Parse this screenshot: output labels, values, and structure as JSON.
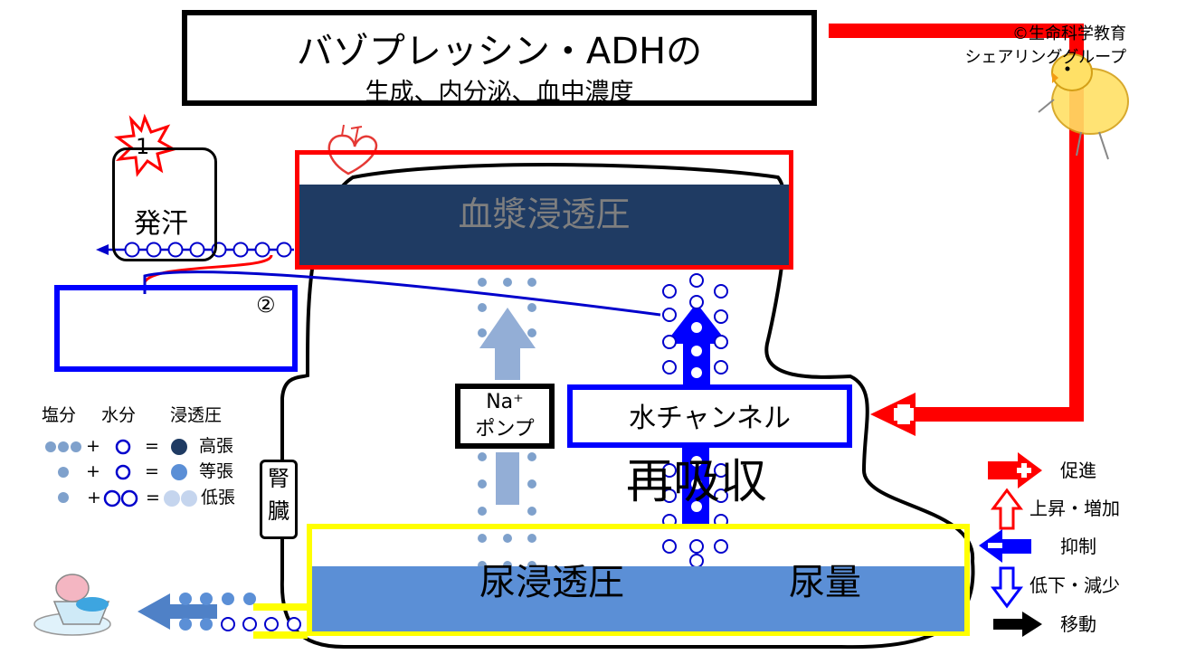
{
  "title": {
    "main": "バゾプレッシン・ADHの",
    "sub": "生成、内分泌、血中濃度"
  },
  "credit": {
    "line1": "©生命科学教育",
    "line2": "シェアリンググループ"
  },
  "sweat": {
    "label": "発汗",
    "badge": "1"
  },
  "blue_box": {
    "marker": "②"
  },
  "plasma": {
    "label": "血漿浸透圧",
    "fill_color": "#1f3b63",
    "frame_color": "#ff0000"
  },
  "pump": {
    "line1": "Na⁺",
    "line2": "ポンプ"
  },
  "water_channel": {
    "label": "水チャンネル"
  },
  "reabsorption": {
    "label": "再吸収"
  },
  "kidney": {
    "line1": "腎",
    "line2": "臓"
  },
  "urine": {
    "osmotic_label": "尿浸透圧",
    "volume_label": "尿量",
    "fill_color": "#5b8fd6",
    "frame_color": "#ffff00"
  },
  "legend": {
    "headers": [
      "塩分",
      "水分",
      "浸透圧"
    ],
    "rows": [
      {
        "eq": "=",
        "plus": "+",
        "result": "高張"
      },
      {
        "eq": "=",
        "plus": "+",
        "result": "等張"
      },
      {
        "eq": "=",
        "plus": "+",
        "result": "低張"
      }
    ],
    "colors": {
      "high": "#1f3b63",
      "iso": "#5b8fd6",
      "low": "#c5d5ee"
    }
  },
  "key": {
    "promote": "促進",
    "increase": "上昇・増加",
    "inhibit": "抑制",
    "decrease": "低下・減少",
    "move": "移動",
    "colors": {
      "promote": "#ff0000",
      "inhibit": "#0000ff",
      "move": "#000000"
    }
  },
  "icons": [
    "heart-icon",
    "chick-icon",
    "toilet-icon",
    "burst-icon"
  ]
}
